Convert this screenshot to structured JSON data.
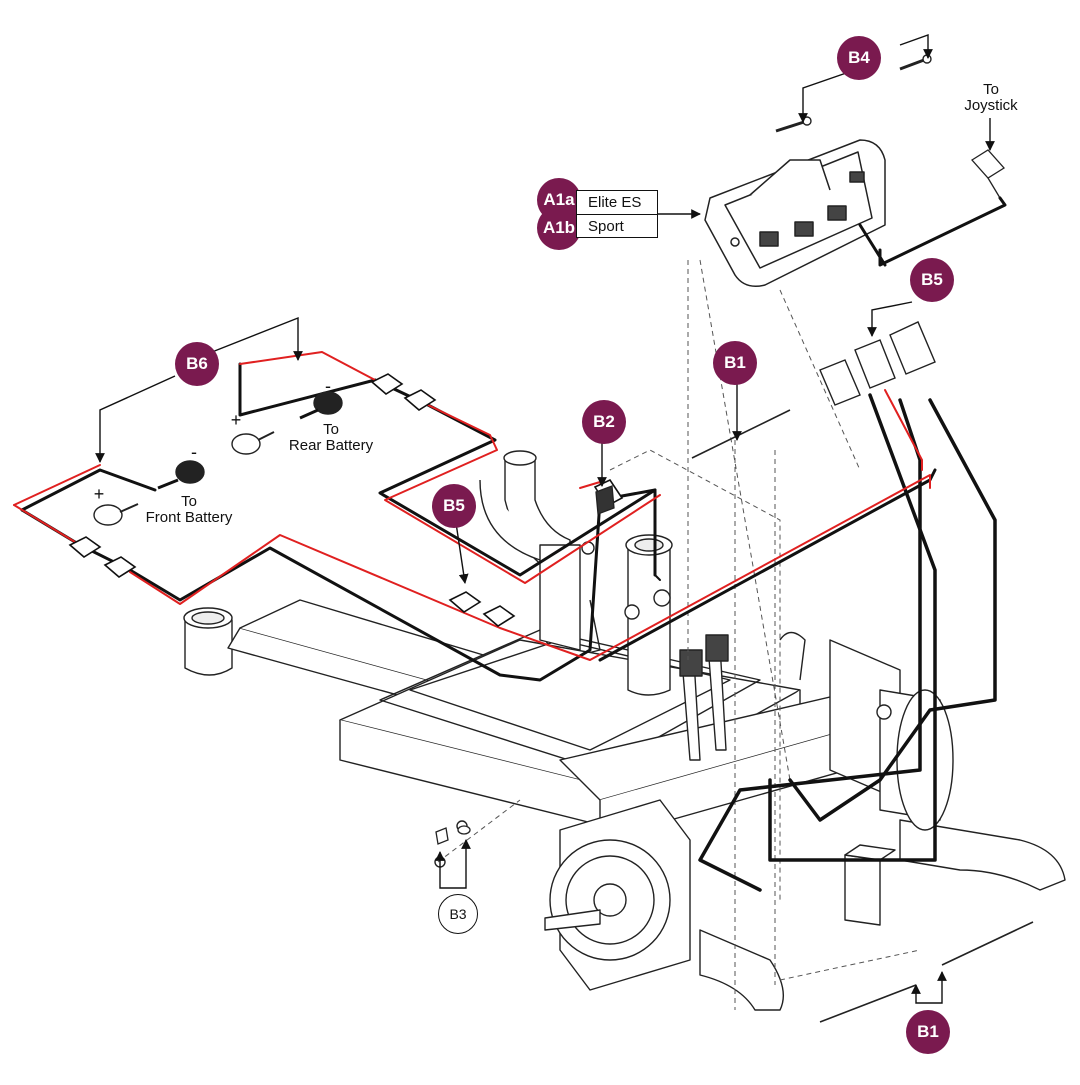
{
  "diagram": {
    "callouts": {
      "b4": "B4",
      "a1a": "A1a",
      "a1b": "A1b",
      "b5_upper": "B5",
      "b1_upper": "B1",
      "b6": "B6",
      "b2": "B2",
      "b5_lower": "B5",
      "b3": "B3",
      "b1_lower": "B1"
    },
    "controller_options": [
      "Elite ES",
      "Sport"
    ],
    "labels": {
      "to_joystick": "To\nJoystick",
      "to_rear_battery": "To\nRear Battery",
      "to_front_battery": "To\nFront Battery",
      "plus": "+",
      "minus": "-"
    },
    "colors": {
      "callout_fill": "#7a1a4f",
      "harness_red": "#e02020",
      "harness_black": "#111111",
      "line_art": "#222222"
    }
  }
}
